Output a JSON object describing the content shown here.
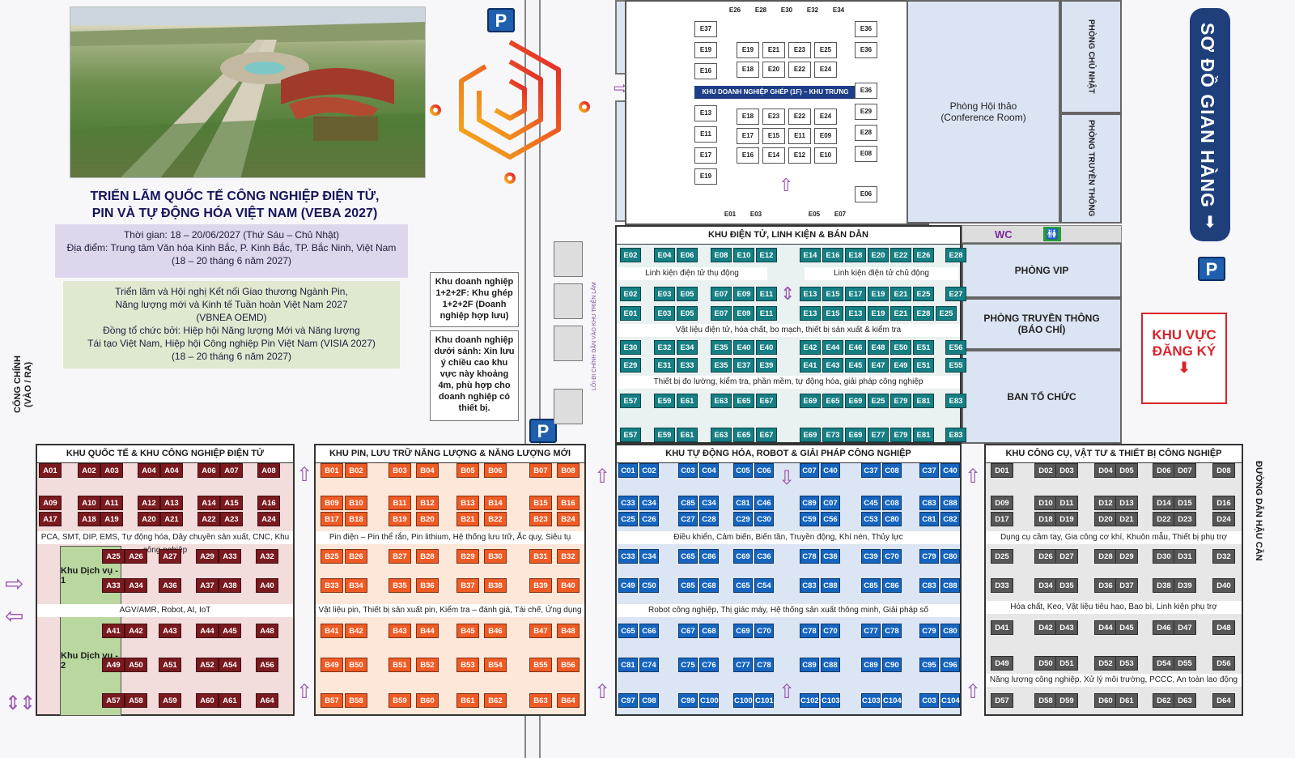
{
  "header": {
    "title_line1": "TRIỂN LÃM QUỐC TẾ CÔNG NGHIỆP ĐIỆN TỬ,",
    "title_line2": "PIN VÀ TỰ ĐỘNG HÓA VIỆT NAM (VEBA 2027)",
    "info1_l1": "Thời gian: 18 – 20/06/2027 (Thứ Sáu – Chủ Nhật)",
    "info1_l2": "Địa điểm: Trung tâm Văn hóa Kinh Bắc, P. Kinh Bắc, TP. Bắc Ninh, Việt Nam",
    "info1_l3": "(18 – 20 tháng 6 năm 2027)",
    "info2_l1": "Triển lãm và Hội nghị Kết nối Giao thương Ngành Pin,",
    "info2_l2": "Năng lượng mới và Kinh tế Tuần hoàn Việt Nam 2027",
    "info2_l3": "(VBNEA OEMD)",
    "info2_l4": "Đồng tổ chức bởi: Hiệp hội Năng lượng Mới và Năng lượng",
    "info2_l5": "Tái tạo Việt Nam, Hiệp hội Công nghiệp Pin Việt Nam (VISIA 2027)",
    "info2_l6": "(18 – 20 tháng 6 năm 2027)"
  },
  "notes": {
    "n1": "Khu doanh nghiệp 1+2+2F: Khu ghép 1+2+2F (Doanh nghiệp hợp lưu)",
    "n2": "Khu doanh nghiệp dưới sảnh: Xin lưu ý chiều cao khu vực này khoảng 4m, phù hợp cho doanh nghiệp có thiết bị."
  },
  "labels": {
    "gate": "CỔNG CHÍNH (VÀO / RA)",
    "parking": "P",
    "sodo": "SƠ ĐỒ GIAN HÀNG",
    "sodo_arrow": "⬇",
    "reg_l1": "KHU VỰC",
    "reg_l2": "ĐĂNG KÝ",
    "reg_arrow": "⬇",
    "road_right": "ĐƯỜNG DẪN HẬU CẦN",
    "road_mid": "LỐI ĐI CHÍNH DẪN VÀO KHU TRIỂN LÃM",
    "wc": "WC",
    "wc_icon": "🚻",
    "ehall_label": "KHU DOANH NGHIỆP GHÉP (1F) – KHU TRƯNG BÀY",
    "conf_l1": "Phòng Hội thảo",
    "conf_l2": "(Conference Room)",
    "room_cn": "PHÒNG CHỦ NHẬT",
    "room_tt": "PHÒNG TRUYỀN THÔNG",
    "vip": "PHÒNG VIP",
    "press_l1": "PHÒNG TRUYỀN THÔNG",
    "press_l2": "(BÁO CHÍ)",
    "btc": "BAN TỔ CHỨC",
    "svc1": "Khu Dịch vụ - 1",
    "svc2": "Khu Dịch vụ - 2",
    "up": "⇧",
    "down": "⇩",
    "right": "⇨",
    "left": "⇦",
    "updown": "⇕"
  },
  "zones": {
    "E": {
      "title": "KHU ĐIỆN TỬ, LINH KIỆN & BÁN DẪN",
      "b1": "Linh kiện điện tử thụ động",
      "b2": "Linh kiện điện tử chủ động",
      "b3": "Vật liệu điện tử, hóa chất, bo mạch, thiết bị sản xuất & kiểm tra",
      "b4": "Thiết bị đo lường, kiểm tra, phần mềm, tự động hóa, giải pháp công nghiệp"
    },
    "A": {
      "title": "KHU QUỐC TẾ & KHU CÔNG NGHIỆP ĐIỆN TỬ",
      "b1": "PCA, SMT, DIP, EMS, Tự động hóa, Dây chuyền sản xuất, CNC, Khu công nghiệp",
      "b2": "AGV/AMR, Robot, AI, IoT"
    },
    "B": {
      "title": "KHU PIN, LƯU TRỮ NĂNG LƯỢNG & NĂNG LƯỢNG MỚI",
      "b1": "Pin điện – Pin thể rắn, Pin lithium, Hệ thống lưu trữ, Ắc quy, Siêu tụ",
      "b2": "Vật liệu pin, Thiết bị sản xuất pin, Kiểm tra – đánh giá, Tái chế, Ứng dụng"
    },
    "C": {
      "title": "KHU TỰ ĐỘNG HÓA, ROBOT & GIẢI PHÁP CÔNG NGHIỆP",
      "b1": "Điều khiển, Cảm biến, Biến tần, Truyền động, Khí nén, Thủy lực",
      "b2": "Robot công nghiệp, Thị giác máy, Hệ thống sản xuất thông minh, Giải pháp số"
    },
    "D": {
      "title": "KHU CÔNG CỤ, VẬT TƯ & THIẾT BỊ CÔNG NGHIỆP",
      "b1": "Dụng cụ cầm tay, Gia công cơ khí, Khuôn mẫu, Thiết bị phụ trợ",
      "b2": "Hóa chất, Keo, Vật liệu tiêu hao, Bao bì, Linh kiện phụ trợ",
      "b3": "Năng lượng công nghiệp, Xử lý môi trường, PCCC, An toàn lao động"
    }
  },
  "booths": {
    "A": [
      [
        "A01",
        "A02",
        "A03",
        "A04",
        "A04",
        "A06",
        "A07",
        "A08"
      ],
      [
        "A09",
        "A10",
        "A11",
        "A12",
        "A13",
        "A14",
        "A15",
        "A16"
      ],
      [
        "A17",
        "A18",
        "A19",
        "A20",
        "A21",
        "A22",
        "A23",
        "A24"
      ],
      [
        "A25",
        "A26",
        "A27",
        "A29",
        "A33",
        "A32"
      ],
      [
        "A33",
        "A34",
        "A36",
        "A37",
        "A38",
        "A40"
      ],
      [
        "A41",
        "A42",
        "A43",
        "A44",
        "A45",
        "A48"
      ],
      [
        "A49",
        "A50",
        "A51",
        "A52",
        "A54",
        "A56"
      ],
      [
        "A57",
        "A58",
        "A59",
        "A60",
        "A61",
        "A64"
      ]
    ],
    "B": [
      [
        "B01",
        "B02",
        "B03",
        "B04",
        "B05",
        "B06",
        "B07",
        "B08"
      ],
      [
        "B09",
        "B10",
        "B11",
        "B12",
        "B13",
        "B14",
        "B15",
        "B16"
      ],
      [
        "B17",
        "B18",
        "B19",
        "B20",
        "B21",
        "B22",
        "B23",
        "B24"
      ],
      [
        "B25",
        "B26",
        "B27",
        "B28",
        "B29",
        "B30",
        "B31",
        "B32"
      ],
      [
        "B33",
        "B34",
        "B35",
        "B36",
        "B37",
        "B38",
        "B39",
        "B40"
      ],
      [
        "B41",
        "B42",
        "B43",
        "B44",
        "B45",
        "B46",
        "B47",
        "B48"
      ],
      [
        "B49",
        "B50",
        "B51",
        "B52",
        "B53",
        "B54",
        "B55",
        "B56"
      ],
      [
        "B57",
        "B58",
        "B59",
        "B60",
        "B61",
        "B62",
        "B63",
        "B64"
      ]
    ],
    "C": [
      [
        "C01",
        "C02",
        "C03",
        "C04",
        "C05",
        "C06",
        "C07",
        "C40",
        "C37",
        "C08",
        "C37",
        "C40"
      ],
      [
        "C33",
        "C34",
        "C85",
        "C34",
        "C81",
        "C46",
        "C89",
        "C07",
        "C45",
        "C08",
        "C83",
        "C88"
      ],
      [
        "C25",
        "C26",
        "C27",
        "C28",
        "C29",
        "C30",
        "C59",
        "C56",
        "C53",
        "C80",
        "C81",
        "C82"
      ],
      [
        "C33",
        "C34",
        "C65",
        "C86",
        "C69",
        "C36",
        "C78",
        "C38",
        "C39",
        "C70",
        "C79",
        "C80"
      ],
      [
        "C49",
        "C50",
        "C85",
        "C68",
        "C65",
        "C54",
        "C83",
        "C88",
        "C85",
        "C86",
        "C83",
        "C88"
      ],
      [
        "C65",
        "C66",
        "C67",
        "C68",
        "C69",
        "C70",
        "C78",
        "C70",
        "C77",
        "C78",
        "C79",
        "C80"
      ],
      [
        "C81",
        "C74",
        "C75",
        "C76",
        "C77",
        "C78",
        "C89",
        "C88",
        "C89",
        "C90",
        "C95",
        "C96"
      ],
      [
        "C97",
        "C98",
        "C99",
        "C100",
        "C100",
        "C101",
        "C102",
        "C103",
        "C103",
        "C104",
        "C03",
        "C104"
      ]
    ],
    "D": [
      [
        "D01",
        "D02",
        "D03",
        "D04",
        "D05",
        "D06",
        "D07",
        "D08"
      ],
      [
        "D09",
        "D10",
        "D11",
        "D12",
        "D13",
        "D14",
        "D15",
        "D16"
      ],
      [
        "D17",
        "D18",
        "D19",
        "D20",
        "D21",
        "D22",
        "D23",
        "D24"
      ],
      [
        "D25",
        "D26",
        "D27",
        "D28",
        "D29",
        "D30",
        "D31",
        "D32"
      ],
      [
        "D33",
        "D34",
        "D35",
        "D36",
        "D37",
        "D38",
        "D39",
        "D40"
      ],
      [
        "D41",
        "D42",
        "D43",
        "D44",
        "D45",
        "D46",
        "D47",
        "D48"
      ],
      [
        "D49",
        "D50",
        "D51",
        "D52",
        "D53",
        "D54",
        "D55",
        "D56"
      ],
      [
        "D57",
        "D58",
        "D59",
        "D60",
        "D61",
        "D62",
        "D63",
        "D64"
      ]
    ],
    "E": [
      [
        "E02",
        "E04",
        "E06",
        "E08",
        "E10",
        "E12",
        "E14",
        "E16",
        "E18",
        "E20",
        "E22",
        "E26",
        "E28"
      ],
      [
        "E02",
        "E03",
        "E05",
        "E07",
        "E09",
        "E11",
        "E13",
        "E15",
        "E17",
        "E19",
        "E21",
        "E25",
        "E27"
      ],
      [
        "E01",
        "E03",
        "E05",
        "E07",
        "E09",
        "E11",
        "E13",
        "E15",
        "E13",
        "E19",
        "E21",
        "E28",
        "E25",
        "E56"
      ],
      [
        "E30",
        "E32",
        "E34",
        "E35",
        "E40",
        "E40",
        "E42",
        "E44",
        "E46",
        "E48",
        "E50",
        "E51",
        "E56"
      ],
      [
        "E29",
        "E31",
        "E33",
        "E35",
        "E37",
        "E39",
        "E41",
        "E43",
        "E45",
        "E47",
        "E49",
        "E51",
        "E55"
      ],
      [
        "E57",
        "E59",
        "E61",
        "E63",
        "E65",
        "E67",
        "E69",
        "E65",
        "E69",
        "E25",
        "E79",
        "E81",
        "E83"
      ],
      [
        "E57",
        "E59",
        "E61",
        "E63",
        "E65",
        "E67",
        "E69",
        "E73",
        "E69",
        "E77",
        "E79",
        "E81",
        "E83"
      ]
    ],
    "EH": {
      "top": [
        "E26",
        "E28",
        "E30",
        "E32",
        "E34"
      ],
      "left": [
        "E37",
        "E19",
        "E16",
        "E13",
        "E11",
        "E17",
        "E19"
      ],
      "right": [
        "E36",
        "E36",
        "E36",
        "E29",
        "E28",
        "E08",
        "E06"
      ],
      "g1": [
        "E19",
        "E21",
        "E23",
        "E25",
        "E18",
        "E20",
        "E22",
        "E24"
      ],
      "g2": [
        "E18",
        "E23",
        "E22",
        "E24",
        "E17",
        "E15",
        "E11",
        "E09",
        "E16",
        "E14",
        "E12",
        "E10"
      ],
      "bottom": [
        "E01",
        "E03",
        "E05",
        "E07"
      ]
    }
  },
  "colors": {
    "A": "#7a1a1f",
    "B": "#ef5b25",
    "C": "#1565c0",
    "D": "#575757",
    "E": "#157f84",
    "Abg": "#f3dcdc",
    "Bbg": "#fde7d8",
    "Cbg": "#dbe5f3",
    "Dbg": "#e7e7e7",
    "Ebg": "#e9f1f1"
  }
}
